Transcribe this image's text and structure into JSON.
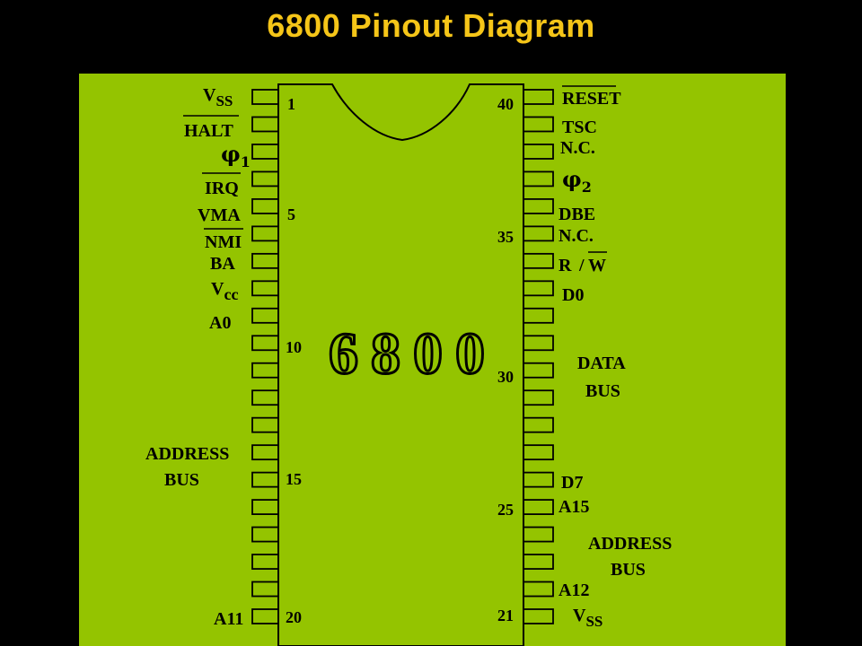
{
  "title": "6800 Pinout Diagram",
  "chip_label": "6800",
  "colors": {
    "background": "#000000",
    "panel": "#94c400",
    "title": "#f5c518",
    "ink": "#000000"
  },
  "pin_numbers": {
    "p1": "1",
    "p5": "5",
    "p10": "10",
    "p15": "15",
    "p20": "20",
    "p40": "40",
    "p35": "35",
    "p30": "30",
    "p25": "25",
    "p21": "21"
  },
  "left_labels": {
    "vss": {
      "main": "V",
      "sub": "SS"
    },
    "halt": "HALT",
    "phi1": {
      "main": "φ",
      "sub": "1"
    },
    "irq": "IRQ",
    "vma": "VMA",
    "nmi": "NMI",
    "ba": "BA",
    "vcc": {
      "main": "V",
      "sub": "cc"
    },
    "a0": "A0",
    "address_bus": {
      "line1": "ADDRESS",
      "line2": "BUS"
    },
    "a11": "A11"
  },
  "right_labels": {
    "reset": "RESET",
    "tsc": "TSC",
    "nc1": "N.C.",
    "phi2": {
      "main": "φ",
      "sub": "2"
    },
    "dbe": "DBE",
    "nc2": "N.C.",
    "rw": {
      "r": "R",
      "slash": "/",
      "w": "W"
    },
    "d0": "D0",
    "data_bus": {
      "line1": "DATA",
      "line2": "BUS"
    },
    "d7": "D7",
    "a15": "A15",
    "address_bus": {
      "line1": "ADDRESS",
      "line2": "BUS"
    },
    "a12": "A12",
    "vss": {
      "main": "V",
      "sub": "SS"
    }
  }
}
